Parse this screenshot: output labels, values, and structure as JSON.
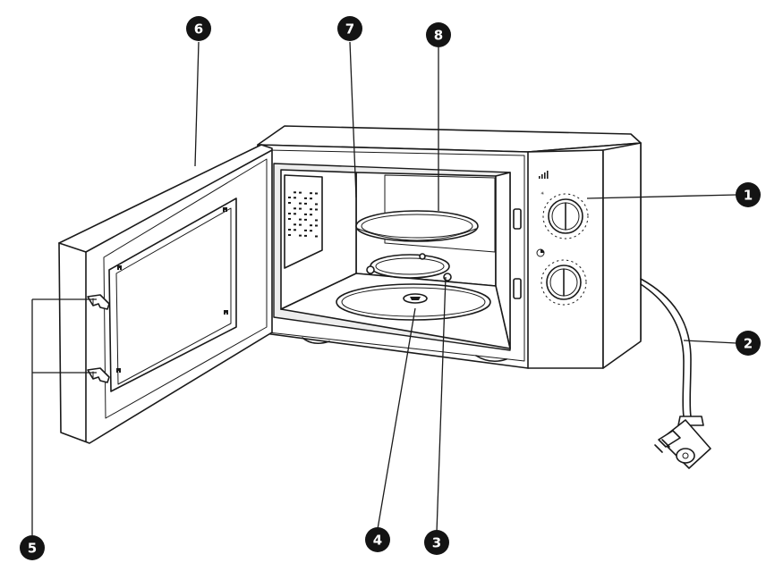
{
  "diagram": {
    "callouts": [
      {
        "id": "callout-1",
        "label": "1"
      },
      {
        "id": "callout-2",
        "label": "2"
      },
      {
        "id": "callout-3",
        "label": "3"
      },
      {
        "id": "callout-4",
        "label": "4"
      },
      {
        "id": "callout-5",
        "label": "5"
      },
      {
        "id": "callout-6",
        "label": "6"
      },
      {
        "id": "callout-7",
        "label": "7"
      },
      {
        "id": "callout-8",
        "label": "8"
      }
    ],
    "colors": {
      "ink": "#141414",
      "background": "#ffffff",
      "surface": "#ededed"
    }
  }
}
